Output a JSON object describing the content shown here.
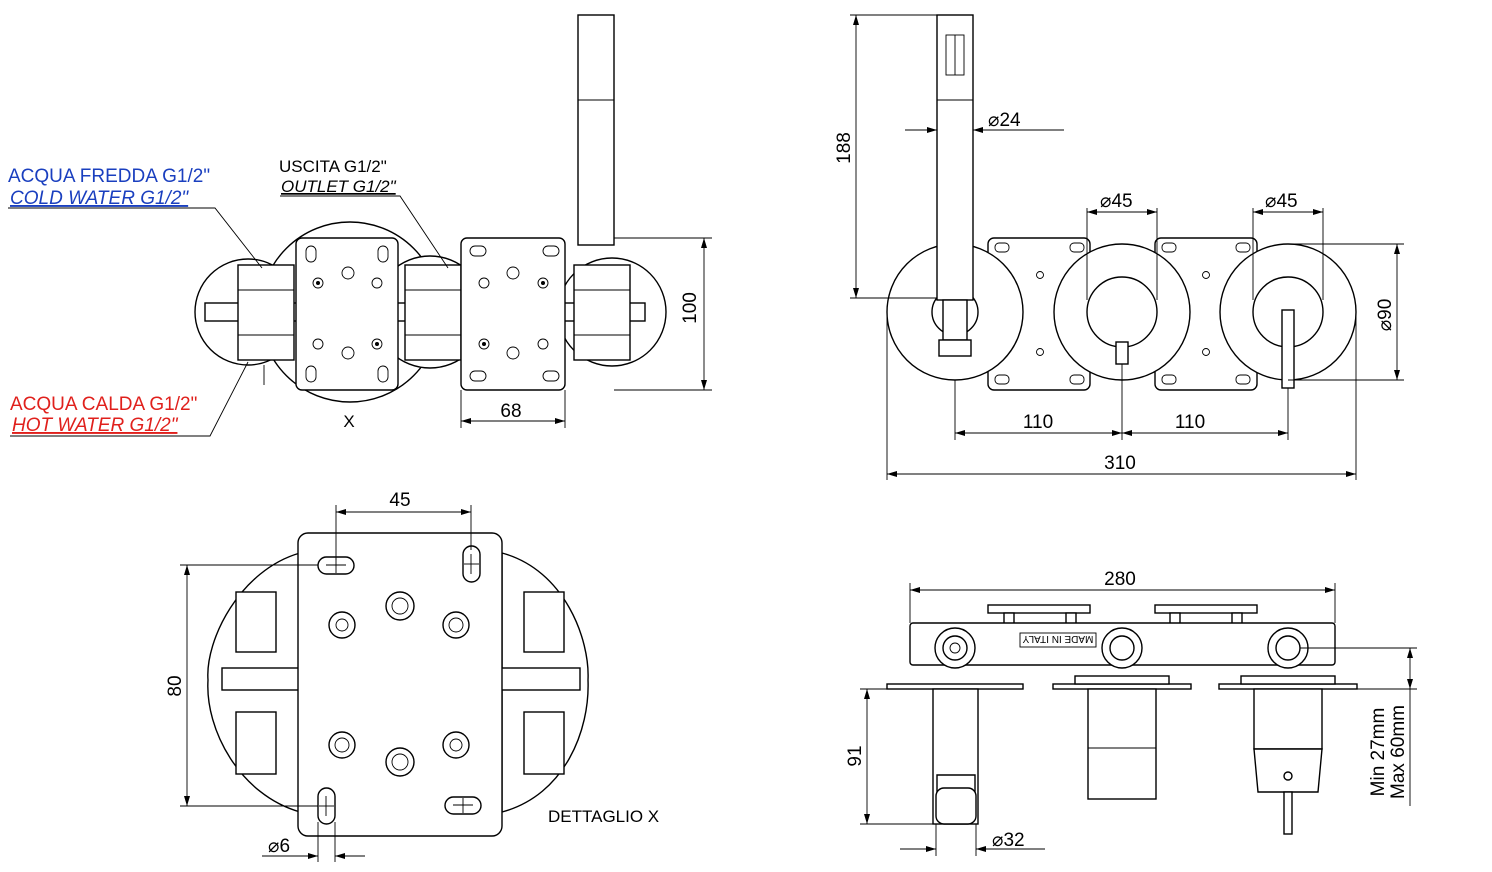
{
  "labels": {
    "cold_it": "ACQUA FREDDA G1/2\"",
    "cold_en": "COLD WATER G1/2\"",
    "hot_it": "ACQUA CALDA G1/2\"",
    "hot_en": "HOT WATER G1/2\"",
    "outlet_it": "USCITA G1/2\"",
    "outlet_en": "OUTLET G1/2\"",
    "detail_mark": "X",
    "detail_title": "DETTAGLIO X",
    "made_in_italy": "MADE IN ITALY",
    "min_depth": "Min 27mm",
    "max_depth": "Max 60mm"
  },
  "dims": {
    "d_100": "100",
    "d_68": "68",
    "d_188": "188",
    "d_dia24": "⌀24",
    "d_dia45a": "⌀45",
    "d_dia45b": "⌀45",
    "d_dia90": "⌀90",
    "d_110a": "110",
    "d_110b": "110",
    "d_310": "310",
    "d_45": "45",
    "d_80": "80",
    "d_dia6": "⌀6",
    "d_280": "280",
    "d_91": "91",
    "d_dia32": "⌀32"
  },
  "colors": {
    "line": "#000000",
    "cold": "#1a3fbf",
    "hot": "#e0201c"
  }
}
